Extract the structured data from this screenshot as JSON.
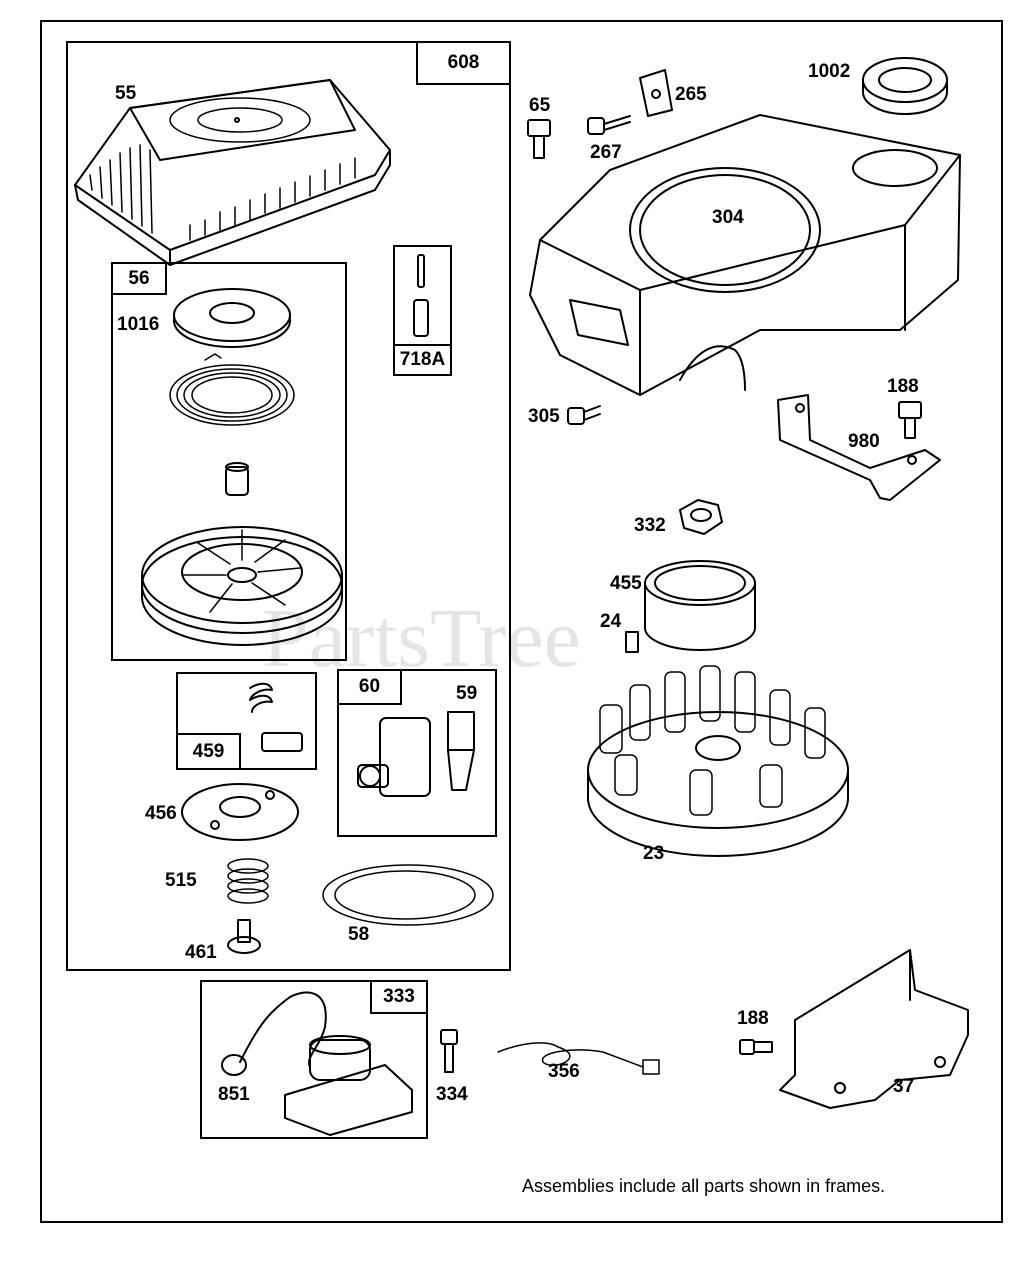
{
  "watermark": "PartsTree",
  "note": "Assemblies include all parts shown in frames.",
  "assemblies": {
    "a608": "608",
    "a56": "56",
    "a718A": "718A",
    "a459": "459",
    "a60": "60",
    "a333": "333"
  },
  "parts": {
    "p55": "55",
    "p1016": "1016",
    "p456": "456",
    "p515": "515",
    "p461": "461",
    "p58": "58",
    "p59": "59",
    "p65": "65",
    "p267": "267",
    "p265": "265",
    "p1002": "1002",
    "p304": "304",
    "p305": "305",
    "p188a": "188",
    "p980": "980",
    "p332": "332",
    "p455": "455",
    "p24": "24",
    "p23": "23",
    "p851": "851",
    "p334": "334",
    "p356": "356",
    "p188b": "188",
    "p37": "37"
  }
}
